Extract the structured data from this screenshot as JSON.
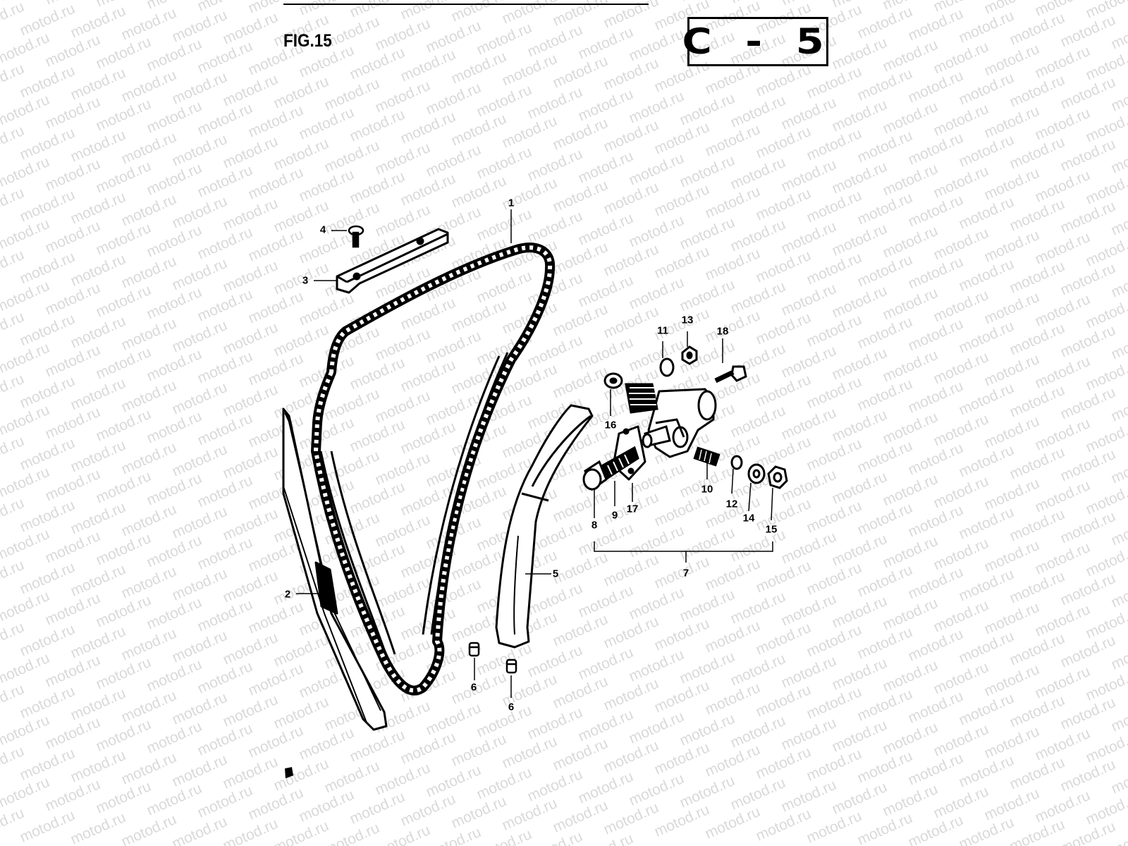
{
  "figure": {
    "label": "FIG.15",
    "section_code": "C - 5"
  },
  "watermark": {
    "text": "motod.ru",
    "color": "#d9d9d9"
  },
  "callouts": [
    {
      "id": "c1",
      "text": "1"
    },
    {
      "id": "c2",
      "text": "2"
    },
    {
      "id": "c3",
      "text": "3"
    },
    {
      "id": "c4",
      "text": "4"
    },
    {
      "id": "c5",
      "text": "5"
    },
    {
      "id": "c6a",
      "text": "6"
    },
    {
      "id": "c6b",
      "text": "6"
    },
    {
      "id": "c7",
      "text": "7"
    },
    {
      "id": "c8",
      "text": "8"
    },
    {
      "id": "c9",
      "text": "9"
    },
    {
      "id": "c10",
      "text": "10"
    },
    {
      "id": "c11",
      "text": "11"
    },
    {
      "id": "c12",
      "text": "12"
    },
    {
      "id": "c13",
      "text": "13"
    },
    {
      "id": "c14",
      "text": "14"
    },
    {
      "id": "c15",
      "text": "15"
    },
    {
      "id": "c16",
      "text": "16"
    },
    {
      "id": "c17",
      "text": "17"
    },
    {
      "id": "c18",
      "text": "18"
    }
  ]
}
